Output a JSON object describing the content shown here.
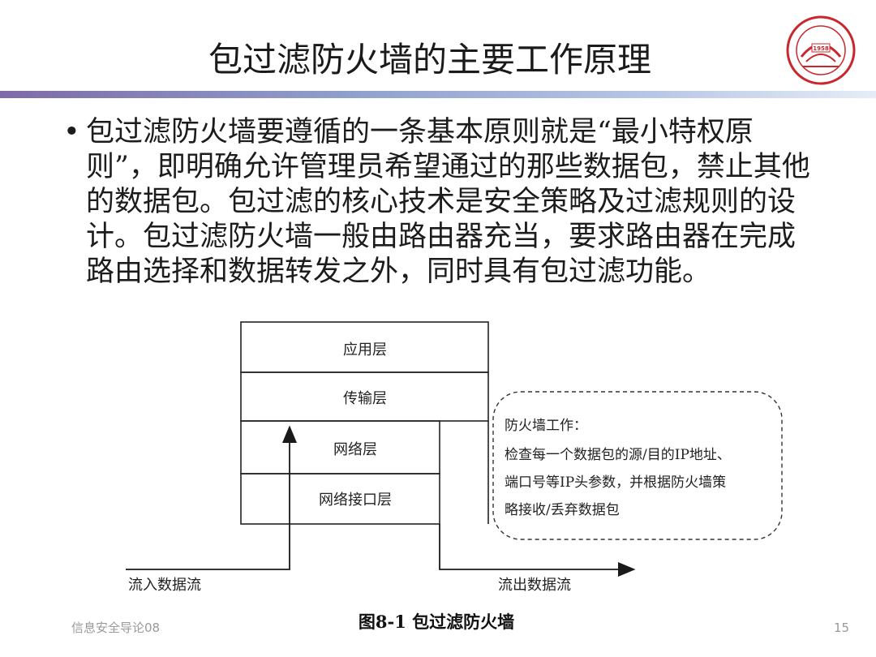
{
  "slide": {
    "title": "包过滤防火墙的主要工作原理",
    "bullet_marker": "•",
    "bullet_text": "包过滤防火墙要遵循的一条基本原则就是“最小特权原则”，即明确允许管理员希望通过的那些数据包，禁止其他的数据包。包过滤的核心技术是安全策略及过滤规则的设计。包过滤防火墙一般由路由器充当，要求路由器在完成路由选择和数据转发之外，同时具有包过滤功能。",
    "logo_year": "1958"
  },
  "diagram": {
    "layers": [
      "应用层",
      "传输层",
      "网络层",
      "网络接口层"
    ],
    "firewall_note": {
      "heading": "防火墙工作：",
      "lines": [
        "检查每一个数据包的源/目的IP地址、",
        "端口号等IP头参数，并根据防火墙策",
        "略接收/丢弃数据包"
      ]
    },
    "inbound_label": "流入数据流",
    "outbound_label": "流出数据流",
    "caption": "图8-1 包过滤防火墙"
  },
  "footer": {
    "course": "信息安全导论08",
    "page": "15"
  },
  "colors": {
    "rule_start": "#7e6aa8",
    "rule_end": "#e6edf8",
    "logo_red": "#c8282d"
  }
}
